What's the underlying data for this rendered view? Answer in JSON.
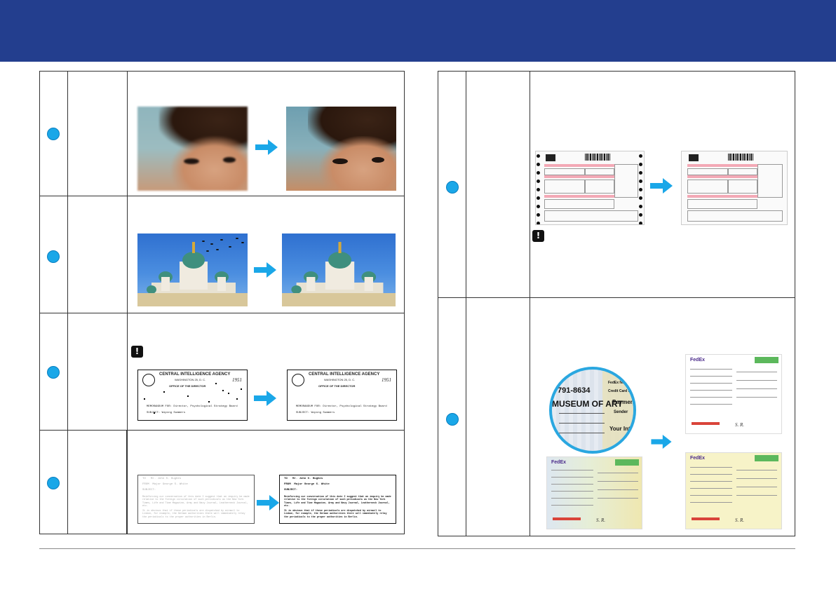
{
  "header": {
    "title": ""
  },
  "left_table": {
    "rows": [
      {
        "id": "sharpen",
        "images": [
          "blurred-face",
          "sharpened-face"
        ]
      },
      {
        "id": "despeckle-photo",
        "images": [
          "church-with-birds",
          "church-clean"
        ]
      },
      {
        "id": "despeckle-document",
        "images": [
          "cia-memo-speckled",
          "cia-memo-clean"
        ],
        "warning": "!"
      },
      {
        "id": "enhance-faded-text",
        "images": [
          "faded-letter",
          "enhanced-letter"
        ]
      }
    ]
  },
  "right_table": {
    "rows": [
      {
        "id": "remove-punch-holes",
        "images": [
          "shipping-form-with-holes",
          "shipping-form-cleaned"
        ],
        "warning": "!"
      },
      {
        "id": "background-removal",
        "images": [
          "fedex-form-colored",
          "fedex-form-cleaned"
        ]
      }
    ]
  },
  "doc_cia": {
    "agency": "CENTRAL INTELLIGENCE AGENCY",
    "city": "WASHINGTON 25, D. C.",
    "office": "OFFICE OF THE DIRECTOR",
    "year": "1951",
    "memo_for": "MEMORANDUM FOR:",
    "memo_to": "Director, Psychological Strategy Board",
    "subject_label": "SUBJECT:",
    "subject": "Wiping Summers"
  },
  "doc_letter": {
    "to_label": "TO",
    "to": "Mr. John S. Hughes",
    "from_label": "FROM",
    "from": "Major George S. White",
    "subject_label": "SUBJECT:",
    "p1": "Reinforcing our conversation of this date I suggest that an inquiry be made relative to the foreign circulation of such periodicals as the New York Times, Life and Time Magazine, Army and Navy Journal, Leatherneck Journal, etc.",
    "p2": "It is obvious that if these periodicals are dispatched by airmail to Lisbon, for example, the German authorities there will immediately relay the periodicals to the proper authorities in Berlin."
  },
  "magnifier_text": {
    "phone": "791-8634",
    "museum": "MUSEUM OF ART",
    "payment": "Payment",
    "sender": "Sender",
    "your": "Your Inter",
    "fedex_no": "FedEx No.",
    "credit": "Credit Card No."
  },
  "fedex": {
    "logo": "FedEx"
  },
  "colors": {
    "header": "#233e8e",
    "accent": "#1aa7e8"
  }
}
